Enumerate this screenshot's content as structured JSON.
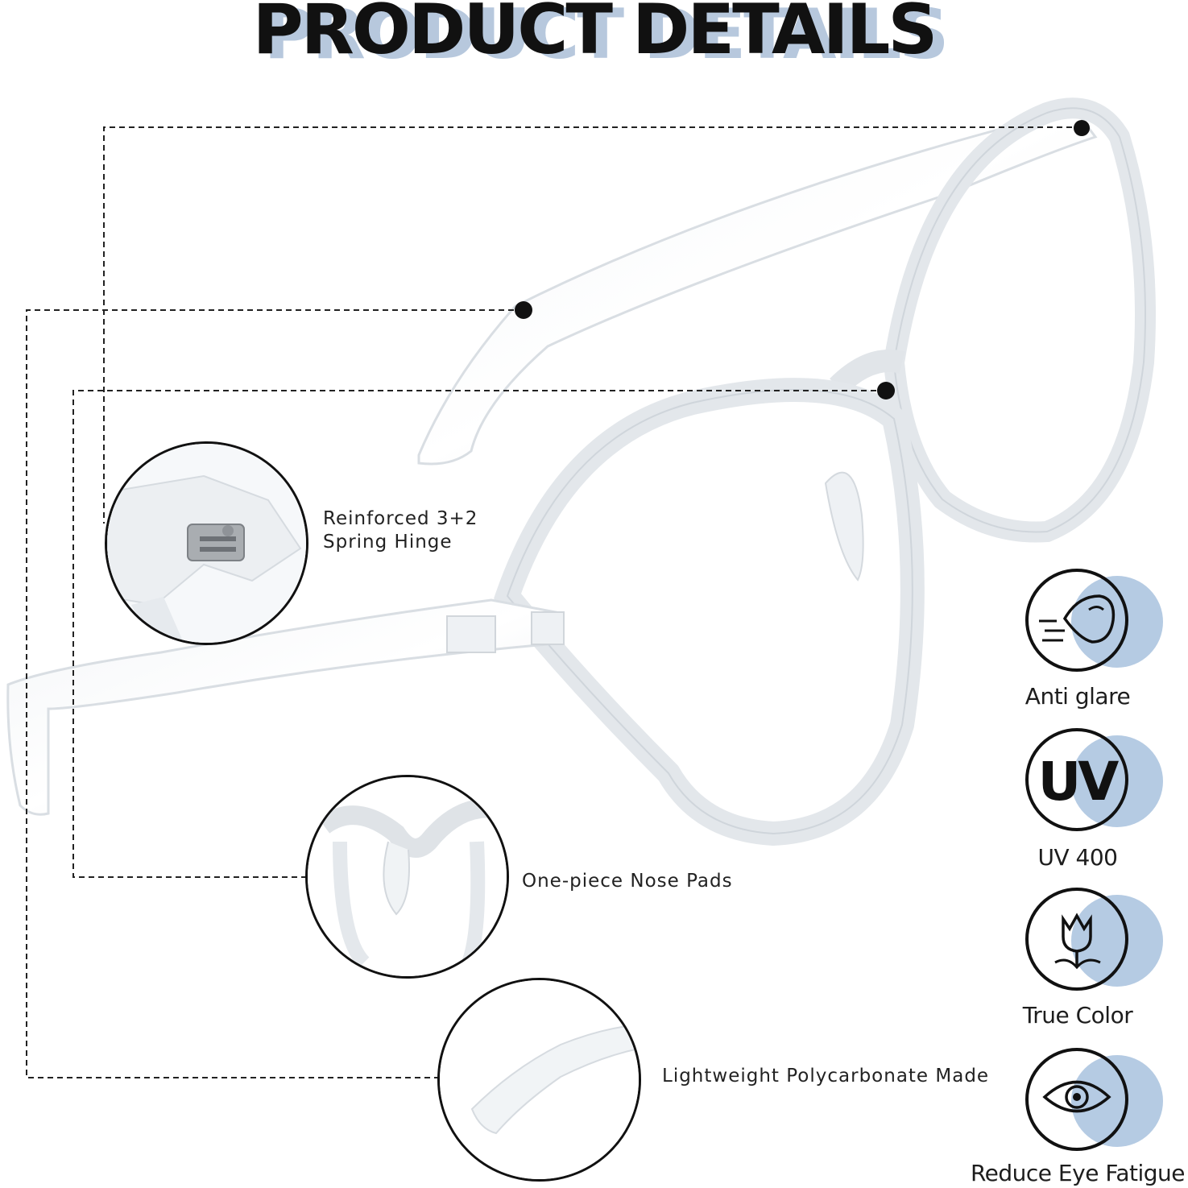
{
  "title": "PRODUCT DETAILS",
  "callouts": [
    {
      "label_line1": "Reinforced 3+2",
      "label_line2": "Spring Hinge"
    },
    {
      "label": "One-piece Nose Pads"
    },
    {
      "label": "Lightweight Polycarbonate Made"
    }
  ],
  "features": [
    {
      "label": "Anti glare",
      "icon": "anti-glare-icon"
    },
    {
      "label": "UV 400",
      "icon": "uv-icon",
      "icon_text": "UV"
    },
    {
      "label": "True Color",
      "icon": "tulip-icon"
    },
    {
      "label": "Reduce Eye Fatigue",
      "icon": "eye-icon"
    }
  ],
  "colors": {
    "accent_blue": "#b5cbe3",
    "title_shadow": "#b7c8dd",
    "ink": "#111111"
  }
}
